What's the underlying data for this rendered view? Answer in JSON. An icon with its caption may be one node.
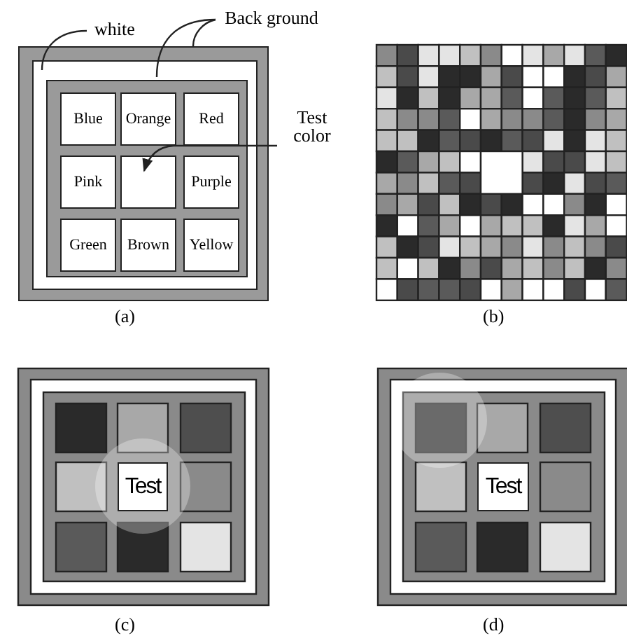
{
  "diagram": {
    "nodes": [
      {
        "text": [
          "white"
        ]
      },
      {
        "text": [
          "Back ground"
        ]
      },
      {
        "text": [],
        "shape": "box"
      },
      {
        "text": [],
        "shape": "box",
        "in": 2
      },
      {
        "text": [],
        "shape": "box",
        "in": 3
      },
      {
        "text": [
          "Blue"
        ],
        "in": 4
      },
      {
        "text": [
          "Orange"
        ],
        "in": 4
      },
      {
        "text": [
          "Red"
        ],
        "in": 4
      },
      {
        "text": [
          "Pink"
        ],
        "in": 4
      },
      {
        "text": [],
        "shape": "box",
        "in": 4
      },
      {
        "text": [
          "Purple"
        ],
        "in": 4
      },
      {
        "text": [
          "Green"
        ],
        "in": 4
      },
      {
        "text": [
          "Brown"
        ],
        "in": 4
      },
      {
        "text": [
          "Yellow"
        ],
        "in": 4
      },
      {
        "text": [
          "Test color"
        ]
      },
      {
        "text": [
          "Test"
        ]
      },
      {
        "text": [
          "Test"
        ]
      }
    ],
    "edges": [
      {
        "from": 0,
        "to": 3,
        "arrow": "none"
      },
      {
        "from": 1,
        "to": 4,
        "arrow": "none"
      },
      {
        "from": 1,
        "to": 2,
        "arrow": "none"
      },
      {
        "from": 14,
        "to": 9,
        "arrow": "to"
      }
    ],
    "labels": [
      "(a)",
      "(b)",
      "(c)",
      "(d)"
    ]
  }
}
